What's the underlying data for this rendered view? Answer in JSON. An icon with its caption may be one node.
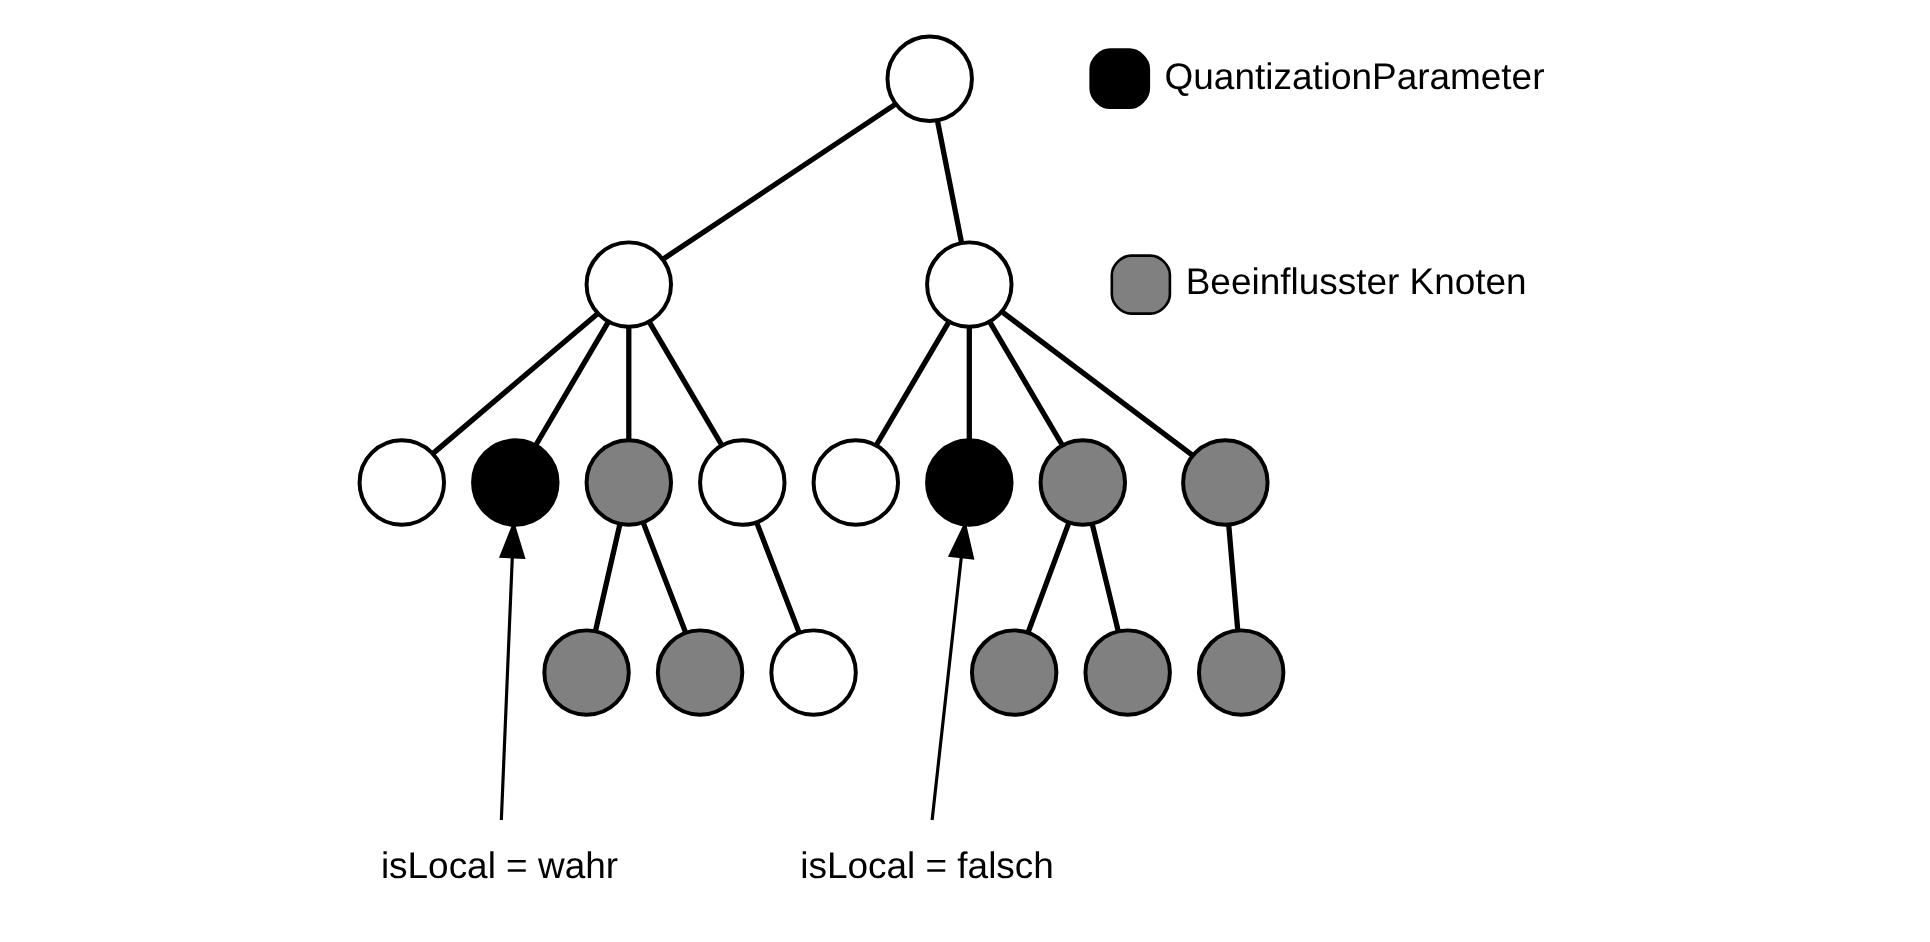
{
  "diagram": {
    "nodes": [
      {
        "text": [],
        "shape": "circle"
      },
      {
        "text": [],
        "shape": "circle"
      },
      {
        "text": [],
        "shape": "circle"
      },
      {
        "text": [],
        "shape": "circle"
      },
      {
        "text": [],
        "shape": "circle"
      },
      {
        "text": [],
        "shape": "circle"
      },
      {
        "text": [],
        "shape": "circle"
      },
      {
        "text": [],
        "shape": "circle"
      },
      {
        "text": [],
        "shape": "circle"
      },
      {
        "text": [],
        "shape": "circle"
      },
      {
        "text": [],
        "shape": "circle"
      },
      {
        "text": [],
        "shape": "circle"
      },
      {
        "text": [],
        "shape": "circle"
      },
      {
        "text": [],
        "shape": "circle"
      },
      {
        "text": [],
        "shape": "circle"
      },
      {
        "text": [],
        "shape": "circle"
      },
      {
        "text": [],
        "shape": "circle"
      },
      {
        "text": [
          "isLocal = wahr"
        ]
      },
      {
        "text": [
          "isLocal = falsch"
        ]
      }
    ],
    "edges": [
      {
        "from": 0,
        "to": 1,
        "arrow": "none"
      },
      {
        "from": 0,
        "to": 2,
        "arrow": "none"
      },
      {
        "from": 1,
        "to": 3,
        "arrow": "none"
      },
      {
        "from": 1,
        "to": 4,
        "arrow": "none"
      },
      {
        "from": 1,
        "to": 5,
        "arrow": "none"
      },
      {
        "from": 1,
        "to": 6,
        "arrow": "none"
      },
      {
        "from": 2,
        "to": 7,
        "arrow": "none"
      },
      {
        "from": 2,
        "to": 8,
        "arrow": "none"
      },
      {
        "from": 2,
        "to": 9,
        "arrow": "none"
      },
      {
        "from": 2,
        "to": 10,
        "arrow": "none"
      },
      {
        "from": 5,
        "to": 11,
        "arrow": "none"
      },
      {
        "from": 5,
        "to": 12,
        "arrow": "none"
      },
      {
        "from": 6,
        "to": 13,
        "arrow": "none"
      },
      {
        "from": 9,
        "to": 14,
        "arrow": "none"
      },
      {
        "from": 9,
        "to": 15,
        "arrow": "none"
      },
      {
        "from": 10,
        "to": 16,
        "arrow": "none"
      },
      {
        "from": 17,
        "to": 4,
        "arrow": "to"
      },
      {
        "from": 18,
        "to": 8,
        "arrow": "to"
      }
    ],
    "legend": [
      {
        "text": "QuantizationParameter",
        "color": "#000000"
      },
      {
        "text": "Beeinflusster Knoten",
        "color": "#808080"
      }
    ]
  }
}
